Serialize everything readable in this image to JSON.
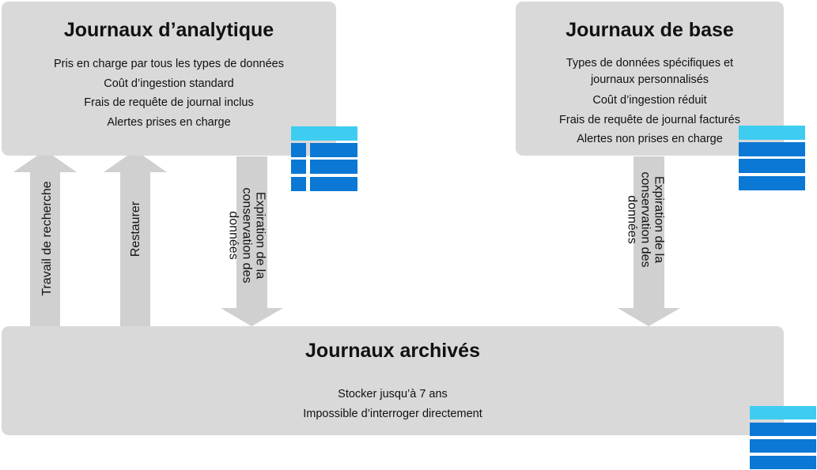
{
  "analytics": {
    "title": "Journaux d’analytique",
    "lines": [
      "Pris en charge par tous les types de données",
      "Coût d’ingestion standard",
      "Frais de requête de journal inclus",
      "Alertes prises en charge"
    ]
  },
  "basic": {
    "title": "Journaux de base",
    "lines": [
      "Types de données spécifiques et",
      "journaux personnalisés",
      "Coût d’ingestion réduit",
      "Frais de requête de journal facturés",
      "Alertes non prises en charge"
    ]
  },
  "archived": {
    "title": "Journaux archivés",
    "lines": [
      "Stocker jusqu’à 7 ans",
      "Impossible d’interroger directement"
    ]
  },
  "arrows": {
    "search_job": "Travail de recherche",
    "restore": "Restaurer",
    "retention_left": [
      "Expiration de la",
      "conservation des",
      "données"
    ],
    "retention_right": [
      "Expiration de la",
      "conservation des",
      "données"
    ]
  },
  "colors": {
    "box_fill": "#d9d9d9",
    "arrow_fill": "#d0d0d0",
    "table_header": "#3ecdf0",
    "table_body": "#0a78d4"
  },
  "icons": [
    "analytics-table-icon",
    "basic-table-icon",
    "archive-table-icon"
  ]
}
